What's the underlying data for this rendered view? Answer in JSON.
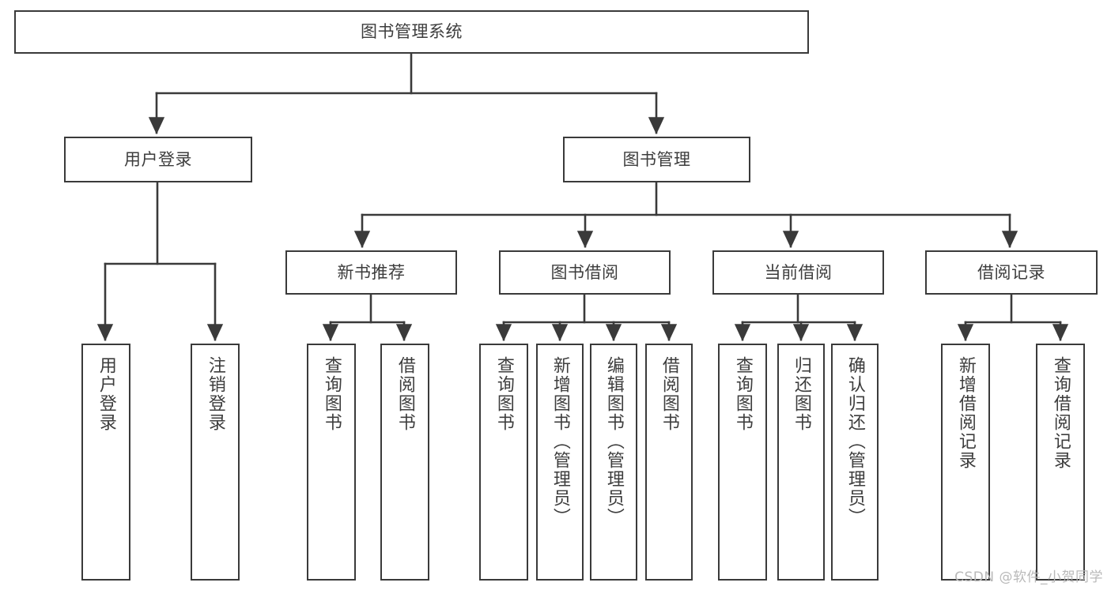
{
  "diagram": {
    "title": "图书管理系统",
    "type": "hierarchy-tree",
    "watermark": "CSDN @软件_小贺同学",
    "colors": {
      "box_border": "#3a3a3a",
      "box_fill": "#ffffff",
      "edge": "#3a3a3a",
      "text": "#3d3d3d",
      "watermark": "#b9b9b9",
      "background": "#ffffff"
    },
    "nodes": {
      "root": {
        "label": "图书管理系统",
        "level": 0
      },
      "user_login": {
        "label": "用户登录",
        "level": 1
      },
      "book_manage": {
        "label": "图书管理",
        "level": 1
      },
      "new_book_rec": {
        "label": "新书推荐",
        "level": 2
      },
      "book_borrow": {
        "label": "图书借阅",
        "level": 2
      },
      "current_borrow": {
        "label": "当前借阅",
        "level": 2
      },
      "borrow_record": {
        "label": "借阅记录",
        "level": 2
      },
      "leaf_user_login": {
        "label": "用户登录",
        "level": 2
      },
      "leaf_logout": {
        "label": "注销登录",
        "level": 2
      },
      "leaf_query_book_a": {
        "label": "查询图书",
        "level": 3
      },
      "leaf_borrow_book_a": {
        "label": "借阅图书",
        "level": 3
      },
      "leaf_query_book_b": {
        "label": "查询图书",
        "level": 3
      },
      "leaf_add_book": {
        "label": "新增图书（管理员）",
        "level": 3
      },
      "leaf_edit_book": {
        "label": "编辑图书（管理员）",
        "level": 3
      },
      "leaf_borrow_book_b": {
        "label": "借阅图书",
        "level": 3
      },
      "leaf_query_book_c": {
        "label": "查询图书",
        "level": 3
      },
      "leaf_return_book": {
        "label": "归还图书",
        "level": 3
      },
      "leaf_confirm_return": {
        "label": "确认归还（管理员）",
        "level": 3
      },
      "leaf_add_record": {
        "label": "新增借阅记录",
        "level": 3
      },
      "leaf_query_record": {
        "label": "查询借阅记录",
        "level": 3
      }
    }
  }
}
